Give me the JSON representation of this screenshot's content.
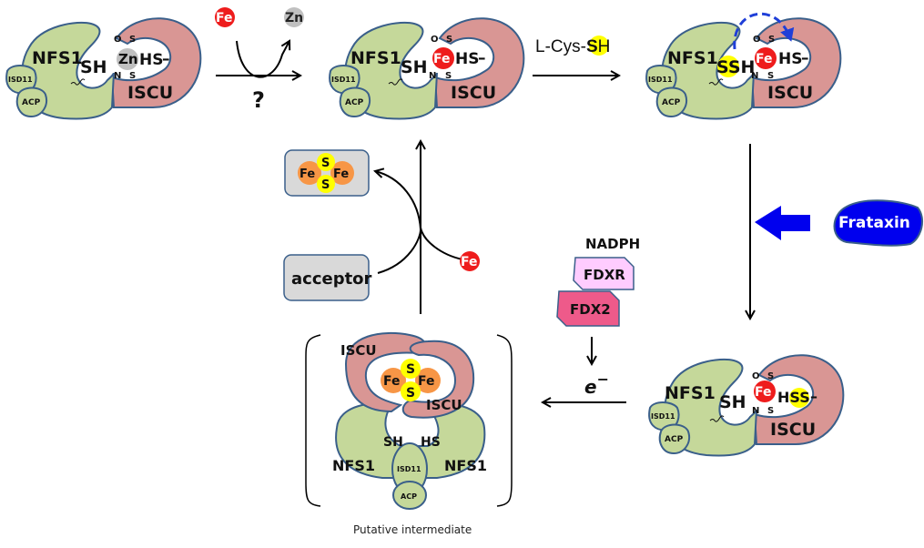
{
  "diagram": {
    "title": "Mitochondrial Fe-S cluster assembly cycle",
    "labels": {
      "nfs1": "NFS1",
      "iscu": "ISCU",
      "isd11": "ISD11",
      "acp": "ACP",
      "sh": "SH",
      "ssh": "SSH",
      "hs": "HS",
      "hss": "HSS",
      "minus": "–",
      "o": "O",
      "n": "N",
      "s": "S",
      "fe": "Fe",
      "zn": "Zn"
    },
    "steps": {
      "metal_exchange": {
        "in": "Fe",
        "out": "Zn",
        "unknown": "?"
      },
      "cysteine": {
        "prefix": "L-Cys-",
        "highlight": "S",
        "suffix": "H"
      },
      "frataxin": "Frataxin",
      "electron_donor": {
        "nadph": "NADPH",
        "fdxr": "FDXR",
        "fdx2": "FDX2",
        "electron": "e",
        "electron_sup": "−"
      },
      "cluster_transfer": {
        "acceptor": "acceptor",
        "iron": "Fe",
        "cluster_fe1": "Fe",
        "cluster_fe2": "Fe",
        "cluster_s1": "S",
        "cluster_s2": "S"
      },
      "intermediate_caption": "Putative intermediate"
    },
    "colors": {
      "nfs1": "#c5d89a",
      "iscu": "#d99694",
      "outline": "#3a5f8a",
      "iron": "#ee1c1c",
      "zinc": "#c0c0c0",
      "sulfur": "#ffff00",
      "cluster_fe": "#f79646",
      "frataxin": "#0000ee",
      "fdxr": "#ffccff",
      "fdx2": "#ee5a8a",
      "box_grey": "#d9d9d9"
    }
  }
}
